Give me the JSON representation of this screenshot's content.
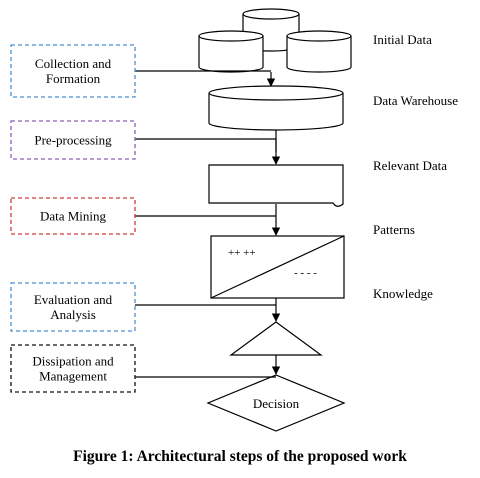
{
  "process_boxes": [
    {
      "id": "collection",
      "lines": [
        "Collection and",
        "Formation"
      ],
      "color": "#4a8fd4"
    },
    {
      "id": "preprocessing",
      "lines": [
        "Pre-processing"
      ],
      "color": "#8a5fb8"
    },
    {
      "id": "data-mining",
      "lines": [
        "Data Mining"
      ],
      "color": "#d03a3a"
    },
    {
      "id": "evaluation",
      "lines": [
        "Evaluation and",
        "Analysis"
      ],
      "color": "#4a8fd4"
    },
    {
      "id": "dissipation",
      "lines": [
        "Dissipation and",
        "Management"
      ],
      "color": "#111111"
    }
  ],
  "stage_labels": [
    "Initial Data",
    "Data Warehouse",
    "Relevant Data",
    "Patterns",
    "Knowledge"
  ],
  "pattern_symbols": {
    "positive": "++ ++",
    "negative": "- - - -"
  },
  "decision_label": "Decision",
  "caption": "Figure 1: Architectural steps of the proposed work"
}
